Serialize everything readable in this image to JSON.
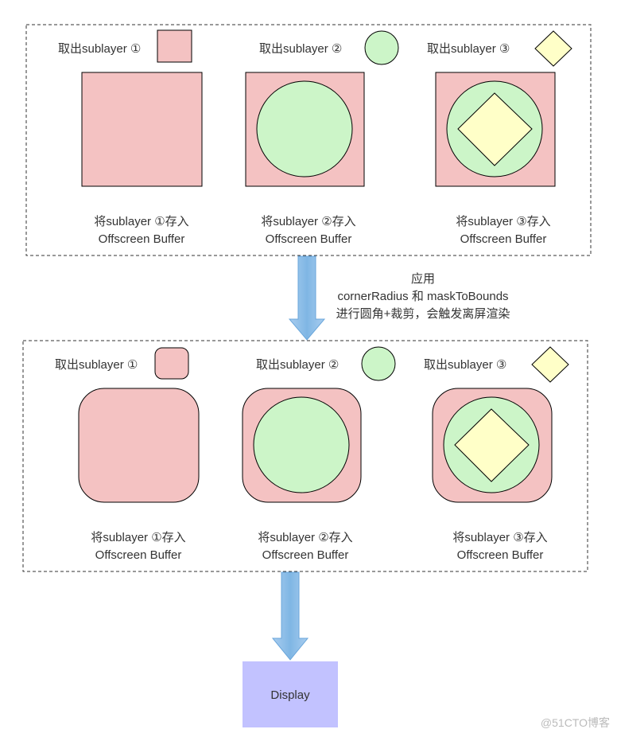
{
  "colors": {
    "pink": "#f4c2c2",
    "green": "#ccf5c8",
    "yellow": "#ffffc8",
    "display": "#c2c2ff",
    "arrow": "#7fb6e4",
    "arrow_edge": "#6aa6db",
    "border": "#000000",
    "dashed": "#333333",
    "watermark": "#bbbbbb"
  },
  "top_group": {
    "take_labels": [
      "取出sublayer ①",
      "取出sublayer ②",
      "取出sublayer ③"
    ],
    "store_line1": [
      "将sublayer ①存入",
      "将sublayer ②存入",
      "将sublayer ③存入"
    ],
    "store_line2": [
      "Offscreen Buffer",
      "Offscreen Buffer",
      "Offscreen Buffer"
    ]
  },
  "apply_note": {
    "line1": "应用",
    "line2": "cornerRadius 和 maskToBounds",
    "line3": "进行圆角+裁剪，会触发离屏渲染"
  },
  "bottom_group": {
    "take_labels": [
      "取出sublayer ①",
      "取出sublayer ②",
      "取出sublayer ③"
    ],
    "store_line1": [
      "将sublayer ①存入",
      "将sublayer ②存入",
      "将sublayer ③存入"
    ],
    "store_line2": [
      "Offscreen Buffer",
      "Offscreen Buffer",
      "Offscreen Buffer"
    ]
  },
  "display_label": "Display",
  "watermark": "@51CTO博客"
}
